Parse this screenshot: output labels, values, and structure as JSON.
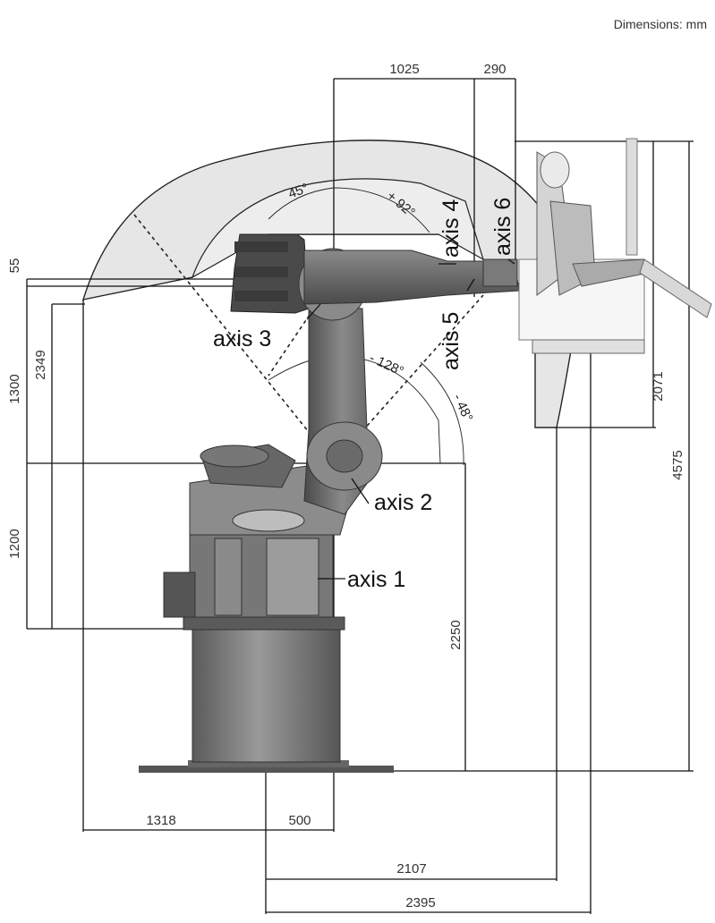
{
  "header": {
    "units_note": "Dimensions: mm"
  },
  "dimensions": {
    "d1025": "1025",
    "d290": "290",
    "d55": "55",
    "d2349": "2349",
    "d1300": "1300",
    "d1200": "1200",
    "d2071": "2071",
    "d4575": "4575",
    "d2250": "2250",
    "d1318": "1318",
    "d500": "500",
    "d2107": "2107",
    "d2395": "2395"
  },
  "angles": {
    "a45": "45°",
    "a92": "+ 92°",
    "a128": "- 128°",
    "a48": "- 48°"
  },
  "axes": {
    "axis1": "axis 1",
    "axis2": "axis 2",
    "axis3": "axis 3",
    "axis4": "axis 4",
    "axis5": "axis 5",
    "axis6": "axis 6"
  },
  "colors": {
    "envelope": "#e4e4e4",
    "robot_dark": "#4a4a4a",
    "robot_mid": "#7a7a7a",
    "robot_light": "#a8a8a8",
    "line": "#111111"
  }
}
